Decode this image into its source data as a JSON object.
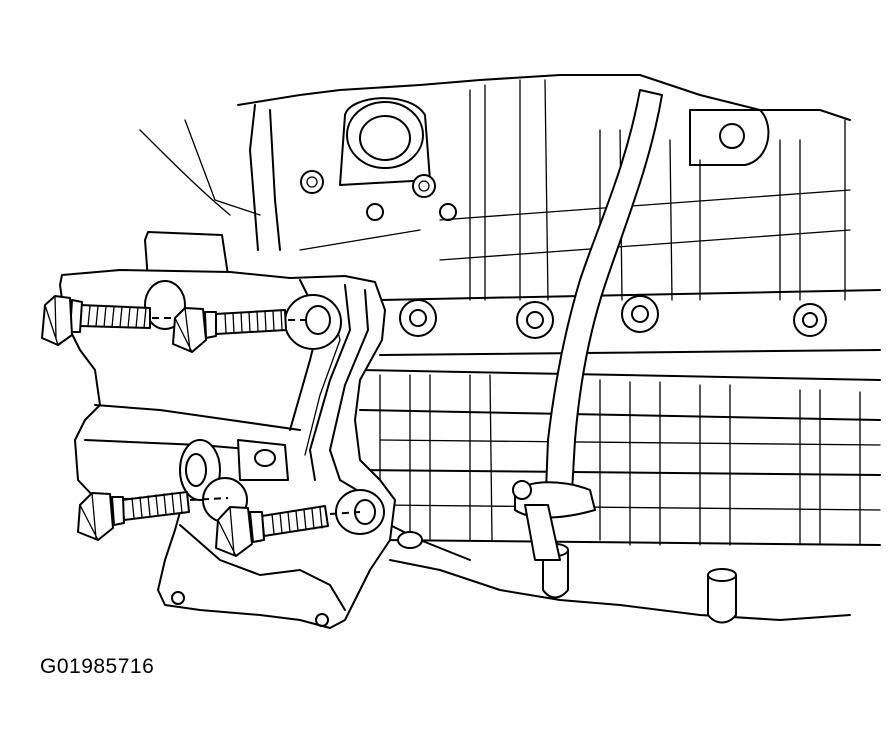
{
  "figure": {
    "code": "G01985716",
    "colors": {
      "ink": "#000000",
      "paper": "#ffffff"
    },
    "parts": [
      "engine-block",
      "engine-mount-bracket",
      "oil-dipstick-tube",
      "mounting-bolt",
      "mounting-bolt",
      "mounting-bolt",
      "mounting-bolt"
    ]
  }
}
